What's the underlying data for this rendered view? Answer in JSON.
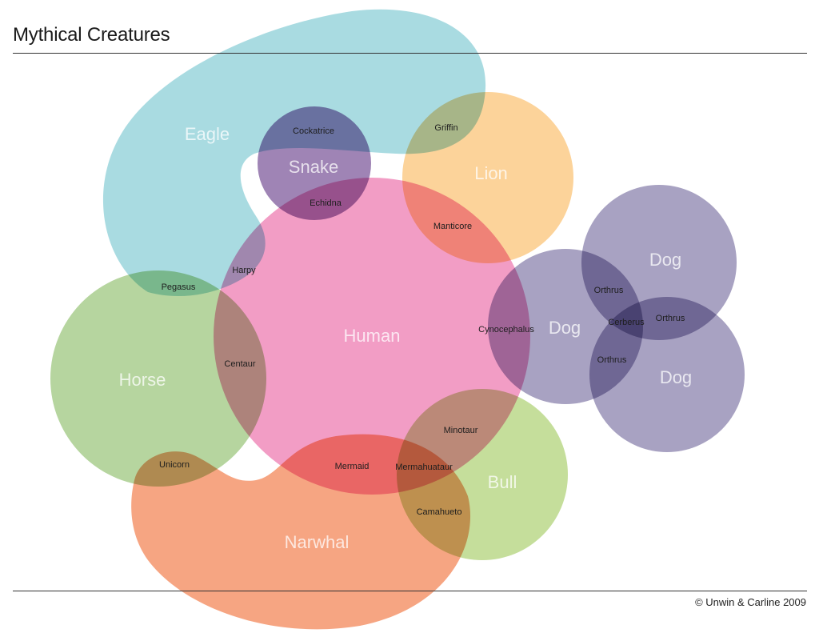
{
  "header": {
    "title": "Mythical Creatures"
  },
  "footer": {
    "credit": "© Unwin & Carline 2009"
  },
  "colors": {
    "eagle": "#a9dbe1",
    "snake": "#8e6ea8",
    "lion": "#fcd39a",
    "human": "#f192bf",
    "dog": "#a8a2c2",
    "horse": "#b6d59f",
    "bull": "#c5de9b",
    "narwhal": "#f6a582"
  },
  "chart_data": {
    "type": "venn",
    "title": "Mythical Creatures",
    "sets": [
      "Eagle",
      "Snake",
      "Lion",
      "Human",
      "Dog",
      "Dog",
      "Dog",
      "Horse",
      "Bull",
      "Narwhal"
    ],
    "intersections": [
      {
        "name": "Cockatrice",
        "sets": [
          "Eagle",
          "Snake"
        ]
      },
      {
        "name": "Echidna",
        "sets": [
          "Snake",
          "Human"
        ]
      },
      {
        "name": "Griffin",
        "sets": [
          "Eagle",
          "Lion"
        ]
      },
      {
        "name": "Manticore",
        "sets": [
          "Lion",
          "Human"
        ]
      },
      {
        "name": "Harpy",
        "sets": [
          "Eagle",
          "Human"
        ]
      },
      {
        "name": "Pegasus",
        "sets": [
          "Eagle",
          "Horse"
        ]
      },
      {
        "name": "Centaur",
        "sets": [
          "Horse",
          "Human"
        ]
      },
      {
        "name": "Cynocephalus",
        "sets": [
          "Human",
          "Dog"
        ]
      },
      {
        "name": "Orthrus",
        "sets": [
          "Dog",
          "Dog"
        ]
      },
      {
        "name": "Orthrus",
        "sets": [
          "Dog",
          "Dog"
        ]
      },
      {
        "name": "Orthrus",
        "sets": [
          "Dog",
          "Dog"
        ]
      },
      {
        "name": "Cerberus",
        "sets": [
          "Dog",
          "Dog",
          "Dog"
        ]
      },
      {
        "name": "Unicorn",
        "sets": [
          "Horse",
          "Narwhal"
        ]
      },
      {
        "name": "Mermaid",
        "sets": [
          "Human",
          "Narwhal"
        ]
      },
      {
        "name": "Minotaur",
        "sets": [
          "Human",
          "Bull"
        ]
      },
      {
        "name": "Mermahuataur",
        "sets": [
          "Human",
          "Bull",
          "Narwhal"
        ]
      },
      {
        "name": "Camahueto",
        "sets": [
          "Bull",
          "Narwhal"
        ]
      }
    ],
    "credit": "© Unwin & Carline 2009"
  },
  "labels": {
    "sets": {
      "eagle": "Eagle",
      "snake": "Snake",
      "lion": "Lion",
      "human": "Human",
      "dog1": "Dog",
      "dog2": "Dog",
      "dog3": "Dog",
      "horse": "Horse",
      "bull": "Bull",
      "narwhal": "Narwhal"
    },
    "creatures": {
      "cockatrice": "Cockatrice",
      "echidna": "Echidna",
      "griffin": "Griffin",
      "manticore": "Manticore",
      "harpy": "Harpy",
      "pegasus": "Pegasus",
      "centaur": "Centaur",
      "cynocephalus": "Cynocephalus",
      "orthrus1": "Orthrus",
      "orthrus2": "Orthrus",
      "orthrus3": "Orthrus",
      "cerberus": "Cerberus",
      "unicorn": "Unicorn",
      "mermaid": "Mermaid",
      "minotaur": "Minotaur",
      "mermahuataur": "Mermahuataur",
      "camahueto": "Camahueto"
    }
  }
}
